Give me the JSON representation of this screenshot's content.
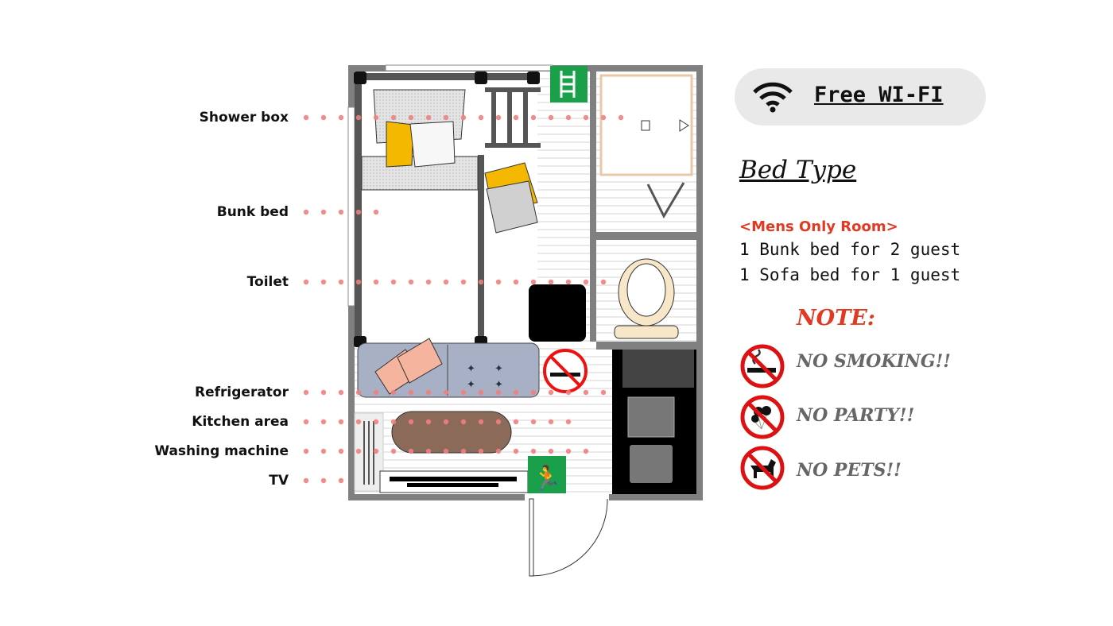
{
  "labels": [
    "Shower box",
    "Bunk bed",
    "Toilet",
    "Refrigerator",
    "Kitchen area",
    "Washing machine",
    "TV"
  ],
  "wifi": {
    "label": "Free WI-FI",
    "icon": "wifi-icon"
  },
  "bed_type": {
    "title": "Bed Type",
    "room": "<Mens Only Room>",
    "lines": [
      "1 Bunk bed for 2 guest",
      "1 Sofa bed for 1 guest"
    ]
  },
  "note": {
    "title": "NOTE:",
    "rules": [
      {
        "label": "NO SMOKING!!",
        "icon": "no-smoking-icon"
      },
      {
        "label": "NO PARTY!!",
        "icon": "no-party-icon"
      },
      {
        "label": "NO PETS!!",
        "icon": "no-pets-icon"
      }
    ]
  },
  "colors": {
    "wall": "#808080",
    "dot": "#f08080",
    "accent": "#e23a22",
    "exit": "#1aa04a",
    "pillow": "#f5b800",
    "sofa": "#a7b0c4"
  }
}
